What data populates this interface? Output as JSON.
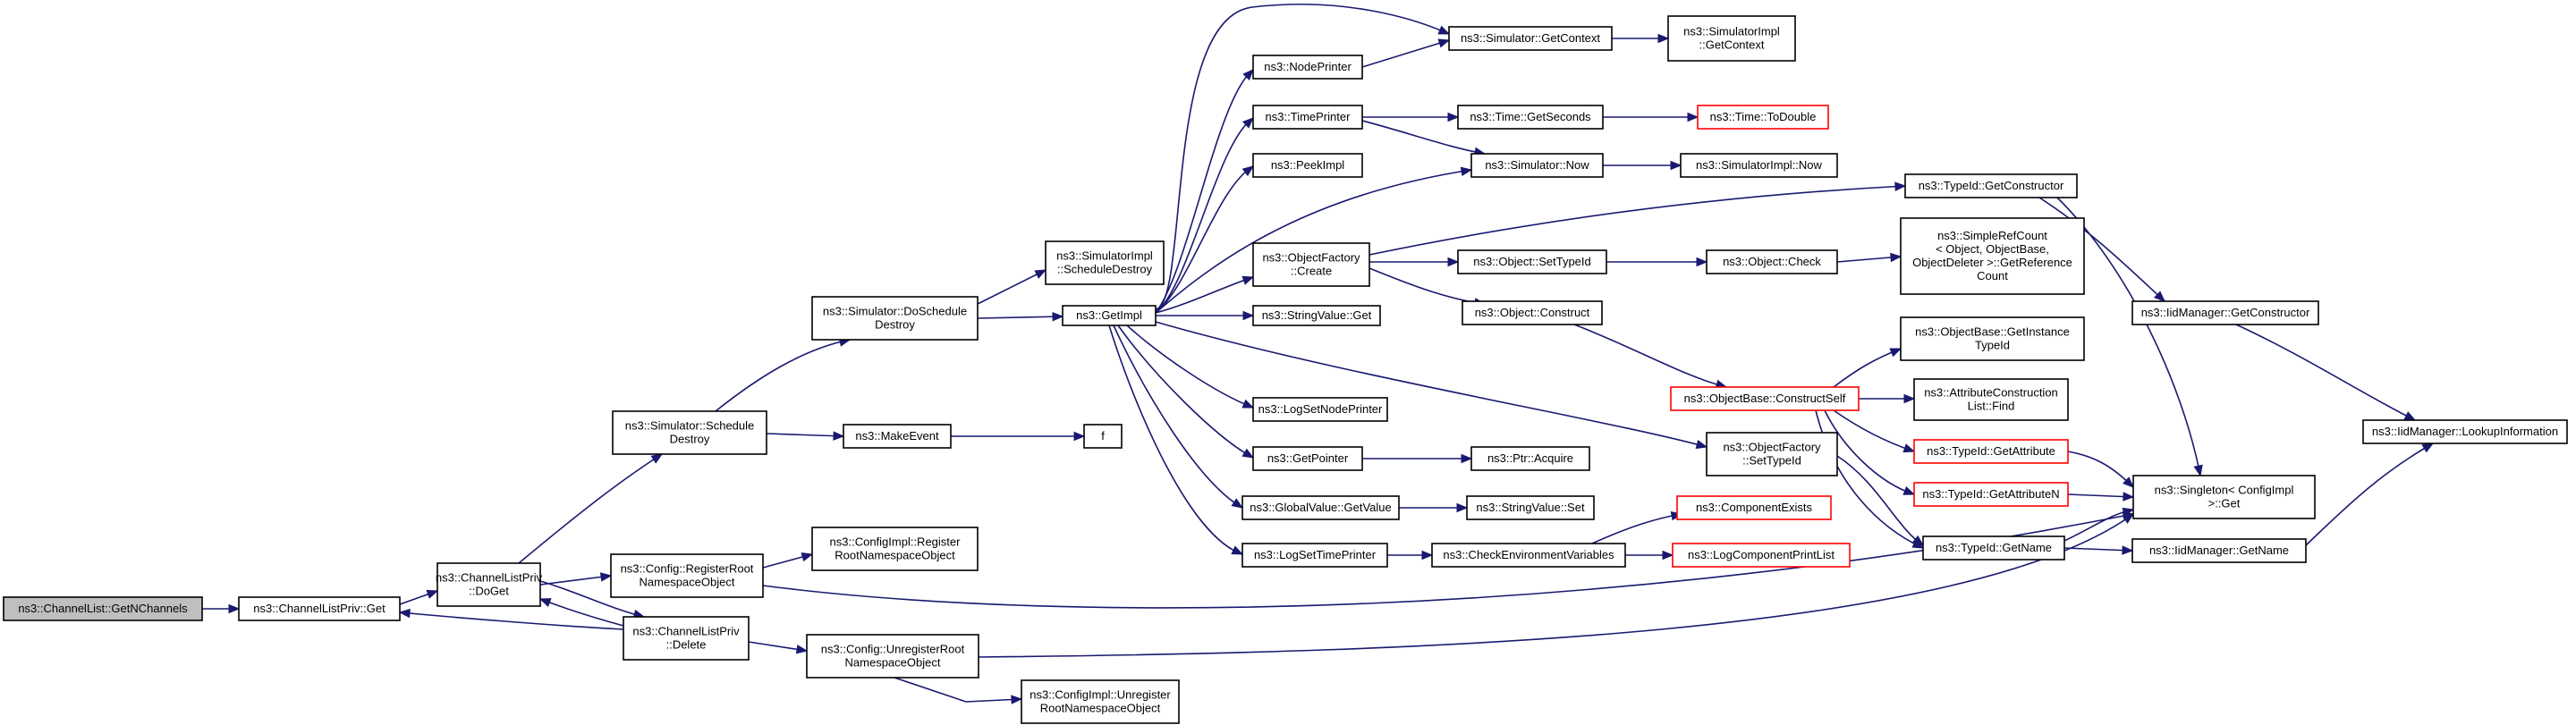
{
  "graph": {
    "colors": {
      "edge": "#191970",
      "node_border": "#000000",
      "node_border_missing": "#ff0000",
      "root_fill": "#bfbfbf",
      "node_fill": "#ffffff"
    },
    "nodes": [
      {
        "id": "n0",
        "lines": [
          "ns3::ChannelList::GetNChannels"
        ],
        "style": "root"
      },
      {
        "id": "n1",
        "lines": [
          "ns3::ChannelListPriv::Get"
        ],
        "style": "normal"
      },
      {
        "id": "n2",
        "lines": [
          "ns3::ChannelListPriv",
          "::DoGet"
        ],
        "style": "normal"
      },
      {
        "id": "n3",
        "lines": [
          "ns3::Simulator::Schedule",
          "Destroy"
        ],
        "style": "normal"
      },
      {
        "id": "n4",
        "lines": [
          "ns3::Simulator::DoSchedule",
          "Destroy"
        ],
        "style": "normal"
      },
      {
        "id": "n5",
        "lines": [
          "ns3::SimulatorImpl",
          "::ScheduleDestroy"
        ],
        "style": "normal"
      },
      {
        "id": "n6",
        "lines": [
          "ns3::GetImpl"
        ],
        "style": "normal"
      },
      {
        "id": "n7",
        "lines": [
          "ns3::NodePrinter"
        ],
        "style": "normal"
      },
      {
        "id": "n8",
        "lines": [
          "ns3::Simulator::GetContext"
        ],
        "style": "normal"
      },
      {
        "id": "n9",
        "lines": [
          "ns3::SimulatorImpl",
          "::GetContext"
        ],
        "style": "normal"
      },
      {
        "id": "n10",
        "lines": [
          "ns3::TimePrinter"
        ],
        "style": "normal"
      },
      {
        "id": "n11",
        "lines": [
          "ns3::Time::GetSeconds"
        ],
        "style": "normal"
      },
      {
        "id": "n12",
        "lines": [
          "ns3::Time::ToDouble"
        ],
        "style": "missing"
      },
      {
        "id": "n13",
        "lines": [
          "ns3::Simulator::Now"
        ],
        "style": "normal"
      },
      {
        "id": "n14",
        "lines": [
          "ns3::SimulatorImpl::Now"
        ],
        "style": "normal"
      },
      {
        "id": "n15",
        "lines": [
          "ns3::PeekImpl"
        ],
        "style": "normal"
      },
      {
        "id": "n16",
        "lines": [
          "ns3::ObjectFactory",
          "::Create"
        ],
        "style": "normal"
      },
      {
        "id": "n17",
        "lines": [
          "ns3::TypeId::GetConstructor"
        ],
        "style": "normal"
      },
      {
        "id": "n18",
        "lines": [
          "ns3::Object::SetTypeId"
        ],
        "style": "normal"
      },
      {
        "id": "n19",
        "lines": [
          "ns3::Object::Check"
        ],
        "style": "normal"
      },
      {
        "id": "n20",
        "lines": [
          "ns3::SimpleRefCount",
          "< Object, ObjectBase,",
          "ObjectDeleter >::GetReference",
          "Count"
        ],
        "style": "normal"
      },
      {
        "id": "n21",
        "lines": [
          "ns3::Object::Construct"
        ],
        "style": "normal"
      },
      {
        "id": "n22",
        "lines": [
          "ns3::StringValue::Get"
        ],
        "style": "normal"
      },
      {
        "id": "n23",
        "lines": [
          "ns3::IidManager::GetConstructor"
        ],
        "style": "normal"
      },
      {
        "id": "n24",
        "lines": [
          "ns3::IidManager::LookupInformation"
        ],
        "style": "normal"
      },
      {
        "id": "n25",
        "lines": [
          "ns3::ObjectBase::GetInstance",
          "TypeId"
        ],
        "style": "normal"
      },
      {
        "id": "n26",
        "lines": [
          "ns3::ObjectBase::ConstructSelf"
        ],
        "style": "missing"
      },
      {
        "id": "n27",
        "lines": [
          "ns3::AttributeConstruction",
          "List::Find"
        ],
        "style": "normal"
      },
      {
        "id": "n28",
        "lines": [
          "ns3::LogSetNodePrinter"
        ],
        "style": "normal"
      },
      {
        "id": "n29",
        "lines": [
          "ns3::MakeEvent"
        ],
        "style": "normal"
      },
      {
        "id": "n30",
        "lines": [
          "f"
        ],
        "style": "normal"
      },
      {
        "id": "n31",
        "lines": [
          "ns3::GetPointer"
        ],
        "style": "normal"
      },
      {
        "id": "n32",
        "lines": [
          "ns3::Ptr::Acquire"
        ],
        "style": "normal"
      },
      {
        "id": "n33",
        "lines": [
          "ns3::ObjectFactory",
          "::SetTypeId"
        ],
        "style": "normal"
      },
      {
        "id": "n34",
        "lines": [
          "ns3::TypeId::GetAttribute"
        ],
        "style": "missing"
      },
      {
        "id": "n35",
        "lines": [
          "ns3::TypeId::GetAttributeN"
        ],
        "style": "missing"
      },
      {
        "id": "n36",
        "lines": [
          "ns3::Singleton< ConfigImpl",
          ">::Get"
        ],
        "style": "normal"
      },
      {
        "id": "n37",
        "lines": [
          "ns3::GlobalValue::GetValue"
        ],
        "style": "normal"
      },
      {
        "id": "n38",
        "lines": [
          "ns3::StringValue::Set"
        ],
        "style": "normal"
      },
      {
        "id": "n39",
        "lines": [
          "ns3::ComponentExists"
        ],
        "style": "missing"
      },
      {
        "id": "n40",
        "lines": [
          "ns3::Config::RegisterRoot",
          "NamespaceObject"
        ],
        "style": "normal"
      },
      {
        "id": "n41",
        "lines": [
          "ns3::ConfigImpl::Register",
          "RootNamespaceObject"
        ],
        "style": "normal"
      },
      {
        "id": "n42",
        "lines": [
          "ns3::TypeId::GetName"
        ],
        "style": "normal"
      },
      {
        "id": "n43",
        "lines": [
          "ns3::IidManager::GetName"
        ],
        "style": "normal"
      },
      {
        "id": "n44",
        "lines": [
          "ns3::LogSetTimePrinter"
        ],
        "style": "normal"
      },
      {
        "id": "n45",
        "lines": [
          "ns3::CheckEnvironmentVariables"
        ],
        "style": "normal"
      },
      {
        "id": "n46",
        "lines": [
          "ns3::LogComponentPrintList"
        ],
        "style": "missing"
      },
      {
        "id": "n47",
        "lines": [
          "ns3::ChannelListPriv",
          "::Delete"
        ],
        "style": "normal"
      },
      {
        "id": "n48",
        "lines": [
          "ns3::Config::UnregisterRoot",
          "NamespaceObject"
        ],
        "style": "normal"
      },
      {
        "id": "n49",
        "lines": [
          "ns3::ConfigImpl::Unregister",
          "RootNamespaceObject"
        ],
        "style": "normal"
      }
    ]
  }
}
